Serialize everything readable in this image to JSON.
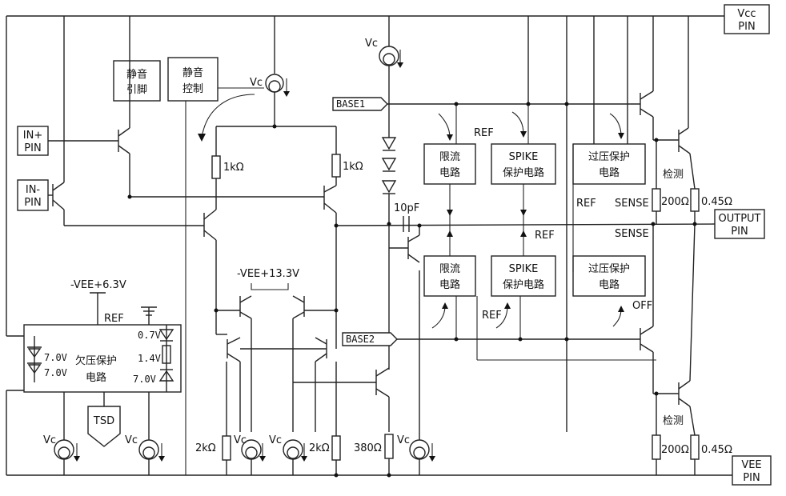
{
  "pins": {
    "vcc_line1": "Vcc",
    "vcc_line2": "PIN",
    "vee_line1": "VEE",
    "vee_line2": "PIN",
    "in_plus_line1": "IN+",
    "in_plus_line2": "PIN",
    "in_minus_line1": "IN-",
    "in_minus_line2": "PIN",
    "output_line1": "OUTPUT",
    "output_line2": "PIN"
  },
  "blocks": {
    "mute_pin_l1": "静音",
    "mute_pin_l2": "引脚",
    "mute_ctrl_l1": "静音",
    "mute_ctrl_l2": "控制",
    "curlim_top_l1": "限流",
    "curlim_top_l2": "电路",
    "curlim_bot_l1": "限流",
    "curlim_bot_l2": "电路",
    "spike_top_l1": "SPIKE",
    "spike_top_l2": "保护电路",
    "spike_bot_l1": "SPIKE",
    "spike_bot_l2": "保护电路",
    "ovp_top_l1": "过压保护",
    "ovp_top_l2": "电路",
    "ovp_bot_l1": "过压保护",
    "ovp_bot_l2": "电路",
    "uvp_l1": "欠压保护",
    "uvp_l2": "电路",
    "tsd": "TSD"
  },
  "labels": {
    "vc": "Vc",
    "r_1k_left": "1kΩ",
    "r_1k_right": "1kΩ",
    "r_2k_left": "2kΩ",
    "r_2k_right": "2kΩ",
    "r_380": "380Ω",
    "r_200_top": "200Ω",
    "r_200_bot": "200Ω",
    "r_045_top": "0.45Ω",
    "r_045_bot": "0.45Ω",
    "cap_10pf": "10pF",
    "vee_63": "-VEE+6.3V",
    "vee_133": "-VEE+13.3V",
    "ref": "REF",
    "sense": "SENSE",
    "off": "OFF",
    "detect": "检测",
    "base1": "BASE1",
    "base2": "BASE2",
    "v07": "0.7V",
    "v14": "1.4V",
    "v70": "7.0V"
  }
}
